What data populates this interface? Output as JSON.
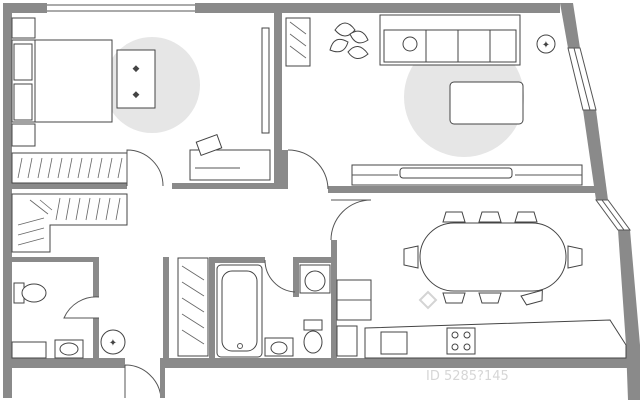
{
  "watermark": {
    "logo_text": "",
    "id_text": "ID 5285?145"
  },
  "plan": {
    "rooms": [
      "bedroom",
      "living-room",
      "hallway",
      "wardrobe",
      "bathroom",
      "toilet",
      "kitchen-dining"
    ]
  }
}
